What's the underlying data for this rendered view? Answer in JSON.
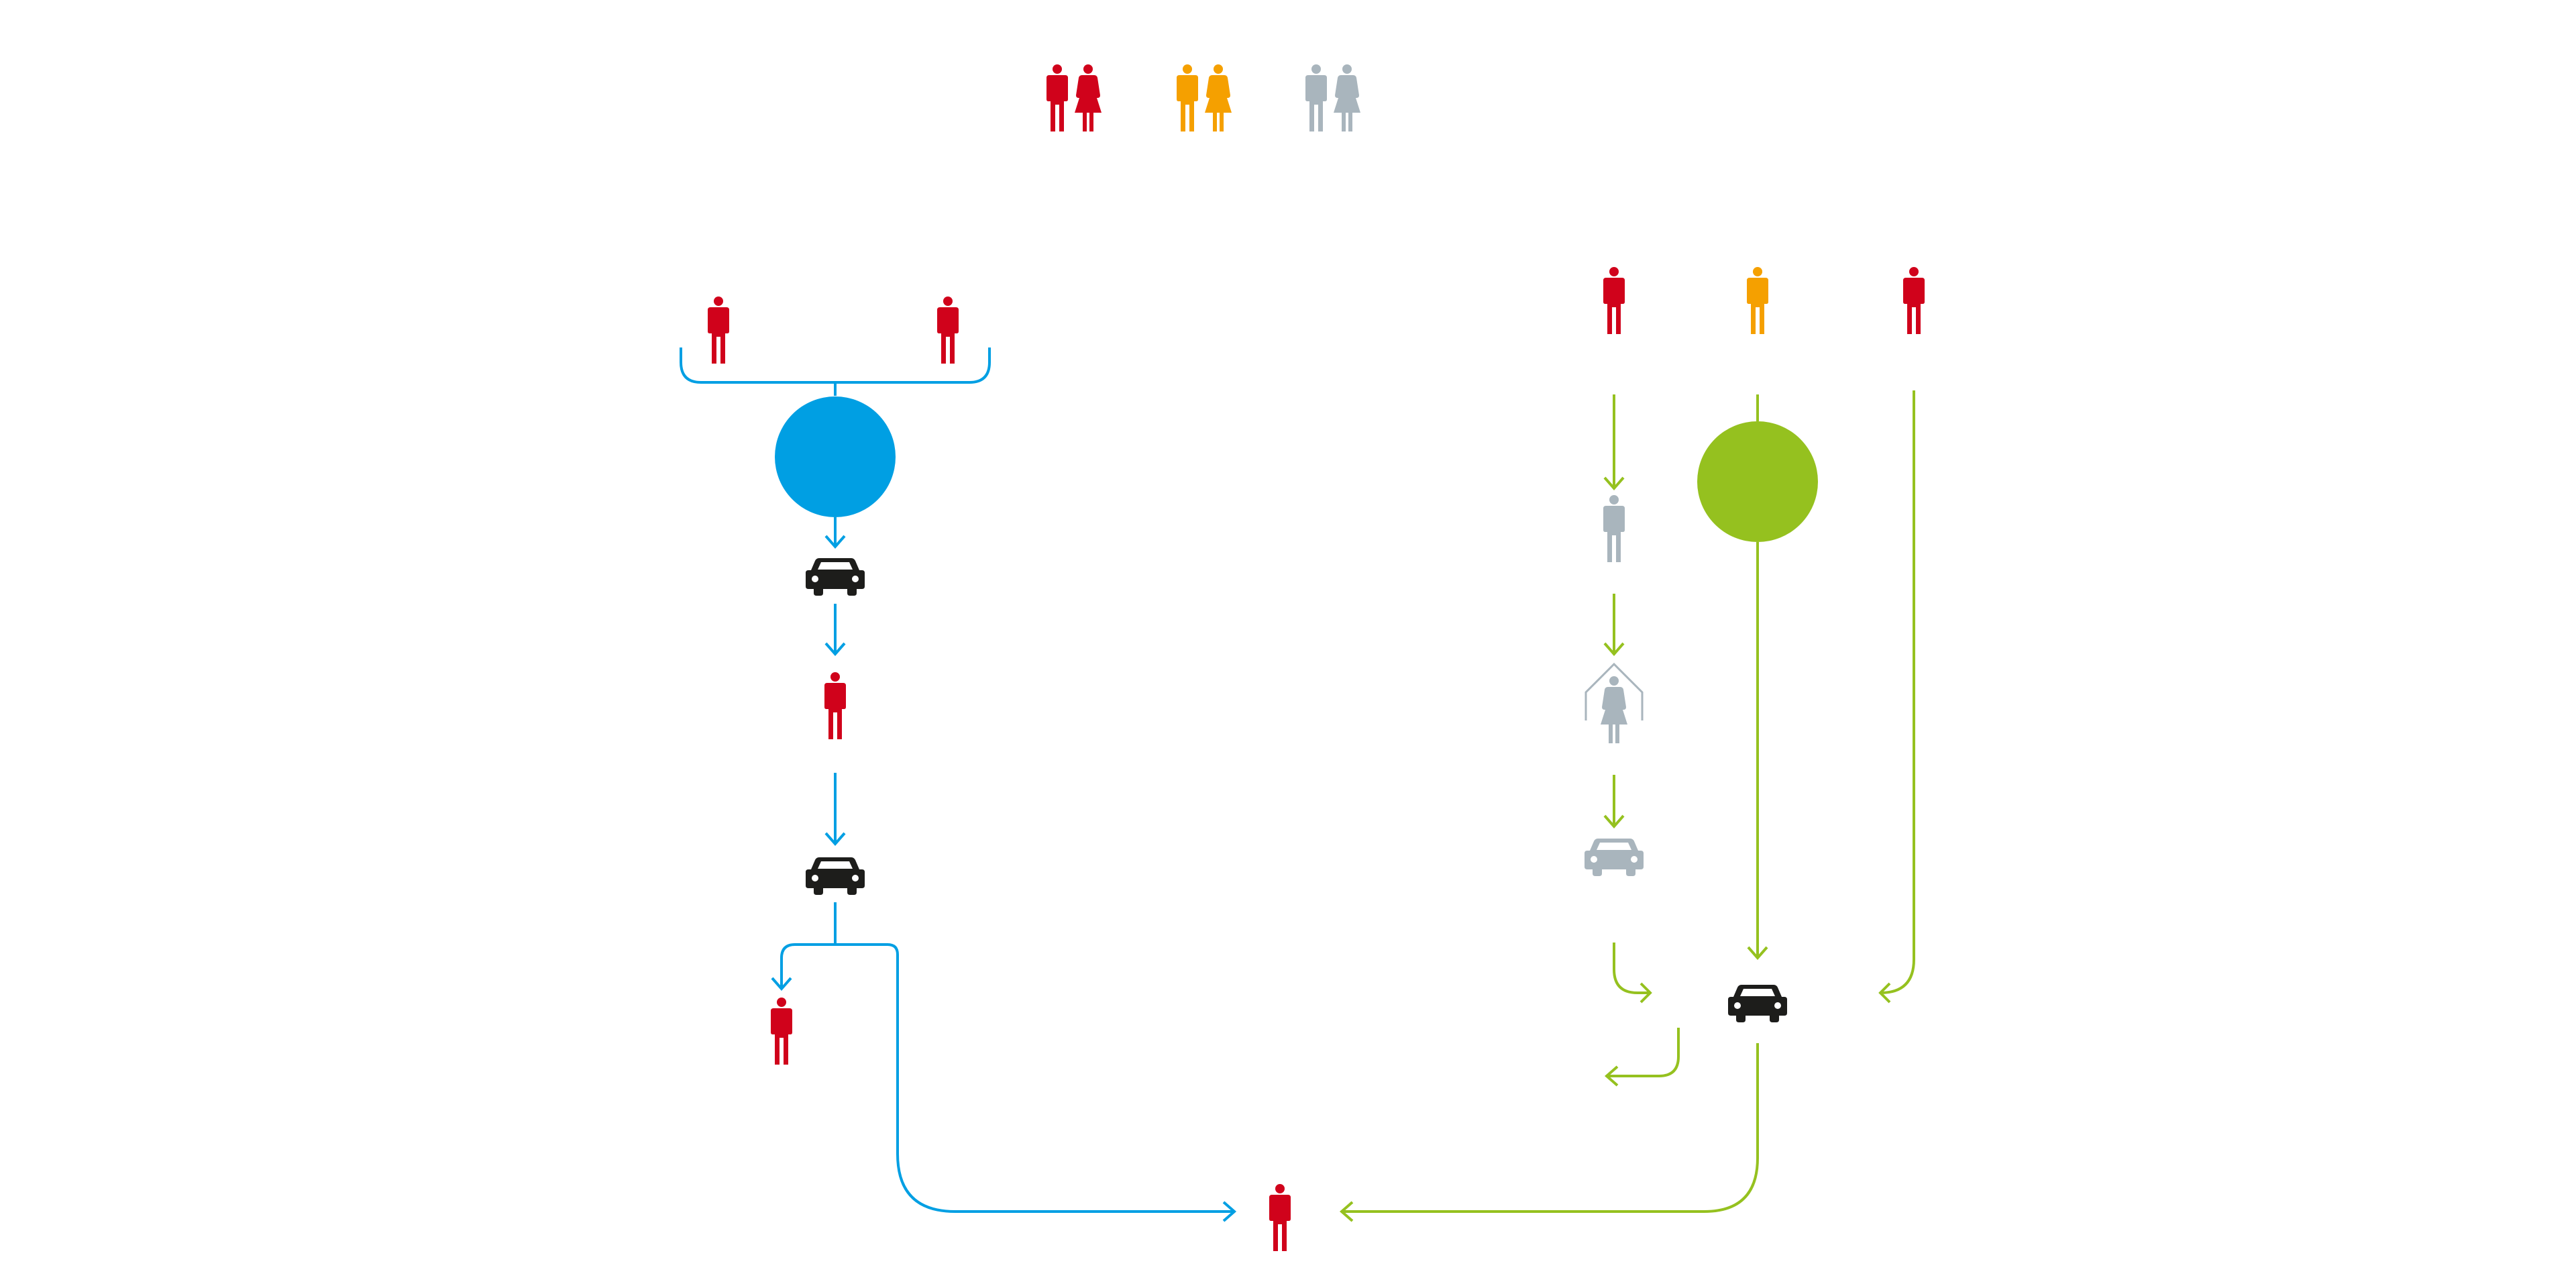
{
  "colors": {
    "red": "#d0021b",
    "orange": "#f5a000",
    "grey": "#a9b5bd",
    "blue": "#009fe3",
    "green": "#95c11f",
    "black": "#1d1d1b",
    "house_outline": "#a9b5bd"
  },
  "legend": {
    "groups": [
      {
        "color": "red",
        "icons": [
          "man-icon",
          "woman-icon"
        ]
      },
      {
        "color": "orange",
        "icons": [
          "man-icon",
          "woman-icon"
        ]
      },
      {
        "color": "grey",
        "icons": [
          "man-icon",
          "woman-icon"
        ]
      }
    ]
  },
  "left_flow": {
    "color": "blue",
    "start_people": [
      {
        "color": "red",
        "icon": "man-icon"
      },
      {
        "color": "red",
        "icon": "man-icon"
      }
    ],
    "hub": "blue-circle",
    "steps": [
      "car-icon",
      "man-icon",
      "car-icon"
    ],
    "branch_to": {
      "color": "red",
      "icon": "man-icon"
    }
  },
  "right_flow": {
    "color": "green",
    "start_people": [
      {
        "color": "red",
        "icon": "man-icon"
      },
      {
        "color": "orange",
        "icon": "man-icon"
      },
      {
        "color": "red",
        "icon": "man-icon"
      }
    ],
    "hub": "green-circle",
    "first_column_steps": [
      {
        "color": "grey",
        "icon": "man-icon"
      },
      {
        "color": "grey",
        "icon": "woman-in-house-icon"
      },
      {
        "color": "grey",
        "icon": "car-icon"
      }
    ],
    "merge_to": {
      "color": "black",
      "icon": "car-icon"
    }
  },
  "destination": {
    "color": "red",
    "icon": "man-icon"
  }
}
